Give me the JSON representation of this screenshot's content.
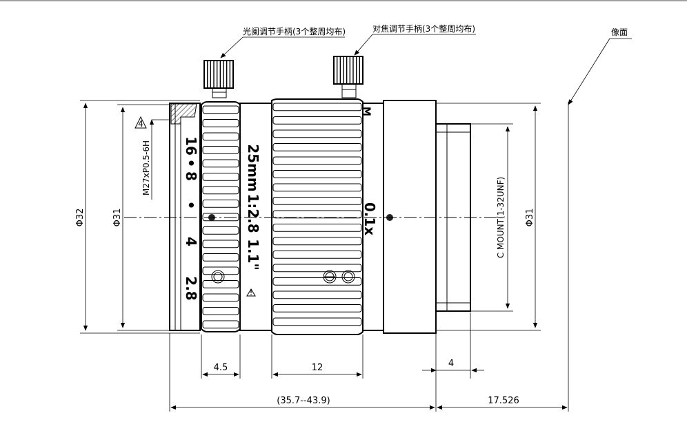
{
  "title": "",
  "annotations": {
    "iris_handle": "光阑调节手柄(3个整周均布)",
    "focus_handle": "对焦调节手柄(3个整周均布)",
    "image_plane": "像面"
  },
  "aperture_scale": [
    "16",
    "8",
    "4",
    "2.8"
  ],
  "lens_markings": {
    "focal": "25mm",
    "ratio": "1:2.8",
    "format": "1.1\"",
    "focus_min": "0.1x",
    "focus_max": "M"
  },
  "dimensions": {
    "outer_dia": "Φ32",
    "thread_dia": "Φ31",
    "thread_spec": "M27xP0.5-6H",
    "mount_dia": "Φ31",
    "mount_spec": "C MOUNT(1-32UNF)",
    "iris_ring_width": "4.5",
    "focus_ring_width": "12",
    "mount_length": "4",
    "total_length": "(35.7--43.9)",
    "flange_distance": "17.526",
    "warning_mark": "4"
  }
}
